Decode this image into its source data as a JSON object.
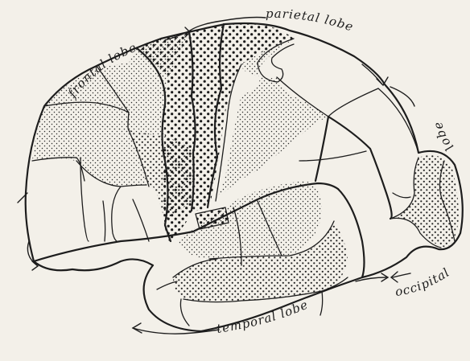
{
  "labels": {
    "parietal": "parietal lobe",
    "frontal": "frontal lobe",
    "temporal": "temporal lobe",
    "occipital_word": "occipital",
    "occipital_lobe_word": "lobe"
  },
  "colors": {
    "paper": "#f3f0e9",
    "ink": "#1d1d1d"
  }
}
